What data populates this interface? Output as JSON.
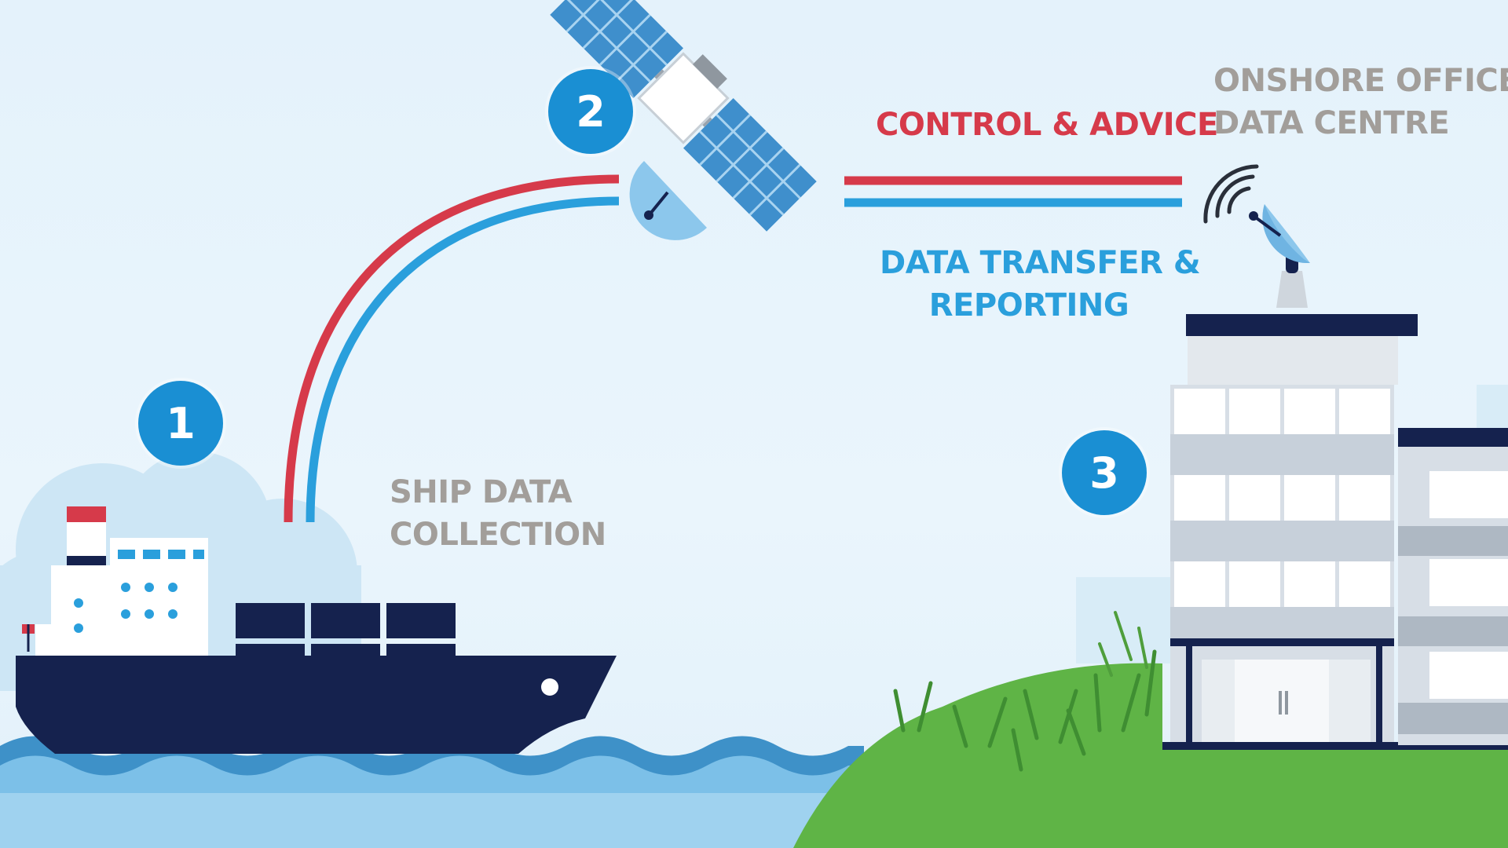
{
  "steps": [
    {
      "number": "1"
    },
    {
      "number": "2"
    },
    {
      "number": "3"
    }
  ],
  "labels": {
    "ship": [
      "SHIP DATA",
      "COLLECTION"
    ],
    "control": "CONTROL & ADVICE",
    "transfer": [
      "DATA TRANSFER &",
      "REPORTING"
    ],
    "onshore": [
      "ONSHORE OFFICE",
      "DATA CENTRE"
    ]
  },
  "colors": {
    "badge": "#1a8fd3",
    "control_link": "#d63a4a",
    "data_link": "#2a9fdc",
    "label_gray": "#a29e9a",
    "ship_hull": "#15224e",
    "grass": "#5fb446",
    "water": "#9fd2ef"
  },
  "icons": [
    "ship-icon",
    "satellite-icon",
    "satellite-dish-icon",
    "office-building-icon",
    "wifi-signal-icon",
    "cloud-icon",
    "wave-icon",
    "grass-icon"
  ]
}
